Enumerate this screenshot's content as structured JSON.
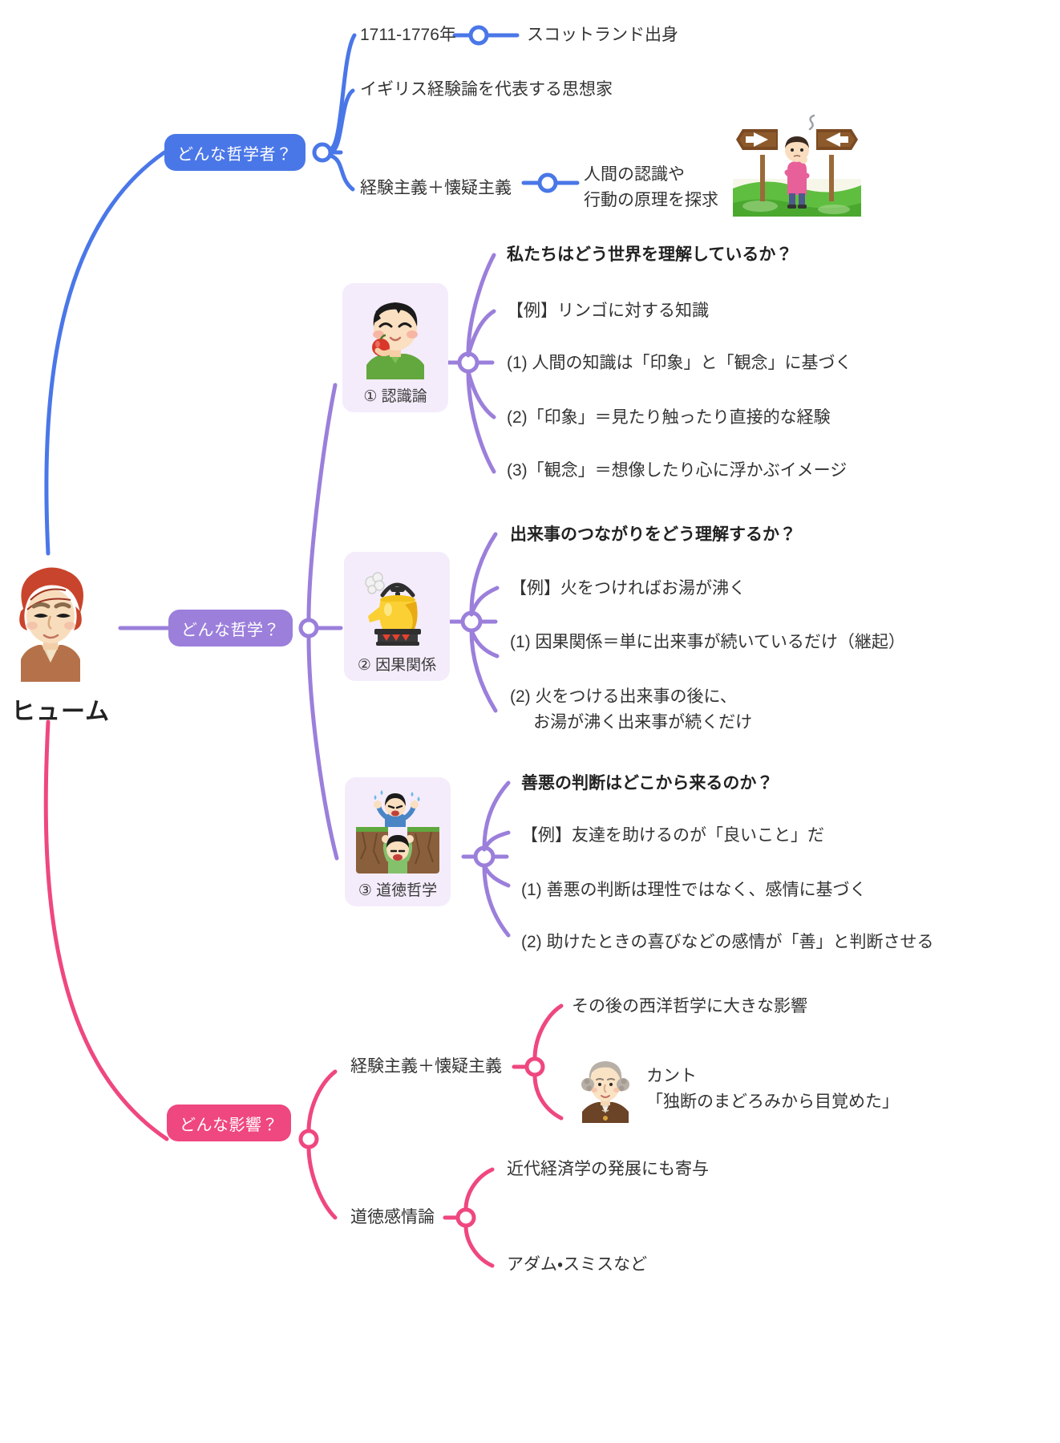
{
  "root": {
    "label": "ヒューム",
    "avatar_icon": "hume-portrait-icon"
  },
  "colors": {
    "branch_blue": "#4a77e8",
    "branch_purple": "#9b7fdb",
    "branch_pink": "#ef477f",
    "card_bg": "#f4ecfb",
    "text": "#333333"
  },
  "branches": [
    {
      "id": "philosopher",
      "label": "どんな哲学者？",
      "color": "#4a77e8",
      "items": [
        {
          "text": "1711-1776年",
          "sub": [
            {
              "text": "スコットランド出身"
            }
          ]
        },
        {
          "text": "イギリス経験論を代表する思想家",
          "sub": []
        },
        {
          "text": "経験主義＋懐疑主義",
          "sub": [
            {
              "text": "人間の認識や\n行動の原理を探求"
            }
          ]
        }
      ],
      "illustration": "signpost-person-icon"
    },
    {
      "id": "philosophy",
      "label": "どんな哲学？",
      "color": "#9b7fdb",
      "topics": [
        {
          "caption": "① 認識論",
          "thumb_icon": "boy-with-apple-icon",
          "items": [
            {
              "text": "私たちはどう世界を理解しているか？",
              "bold": true
            },
            {
              "text": "【例】リンゴに対する知識",
              "bold": false
            },
            {
              "text": "(1) 人間の知識は「印象」と「観念」に基づく",
              "bold": false
            },
            {
              "text": "(2)「印象」＝見たり触ったり直接的な経験",
              "bold": false
            },
            {
              "text": "(3)「観念」＝想像したり心に浮かぶイメージ",
              "bold": false
            }
          ]
        },
        {
          "caption": "② 因果関係",
          "thumb_icon": "yellow-kettle-icon",
          "items": [
            {
              "text": "出来事のつながりをどう理解するか？",
              "bold": true
            },
            {
              "text": "【例】火をつければお湯が沸く",
              "bold": false
            },
            {
              "text": "(1) 因果関係＝単に出来事が続いているだけ（継起）",
              "bold": false
            },
            {
              "text": "(2) 火をつける出来事の後に、\n     お湯が沸く出来事が続くだけ",
              "bold": false
            }
          ]
        },
        {
          "caption": "③ 道徳哲学",
          "thumb_icon": "cliff-rescue-icon",
          "items": [
            {
              "text": "善悪の判断はどこから来るのか？",
              "bold": true
            },
            {
              "text": "【例】友達を助けるのが「良いこと」だ",
              "bold": false
            },
            {
              "text": "(1) 善悪の判断は理性ではなく、感情に基づく",
              "bold": false
            },
            {
              "text": "(2) 助けたときの喜びなどの感情が「善」と判断させる",
              "bold": false
            }
          ]
        }
      ]
    },
    {
      "id": "influence",
      "label": "どんな影響？",
      "color": "#ef477f",
      "items": [
        {
          "text": "経験主義＋懐疑主義",
          "sub": [
            {
              "text": "その後の西洋哲学に大きな影響",
              "icon": null
            },
            {
              "text": "カント\n「独断のまどろみから目覚めた」",
              "icon": "kant-portrait-icon"
            }
          ]
        },
        {
          "text": "道徳感情論",
          "sub": [
            {
              "text": "近代経済学の発展にも寄与",
              "icon": null
            },
            {
              "text": "アダム・スミスなど",
              "icon": null
            }
          ]
        }
      ]
    }
  ]
}
